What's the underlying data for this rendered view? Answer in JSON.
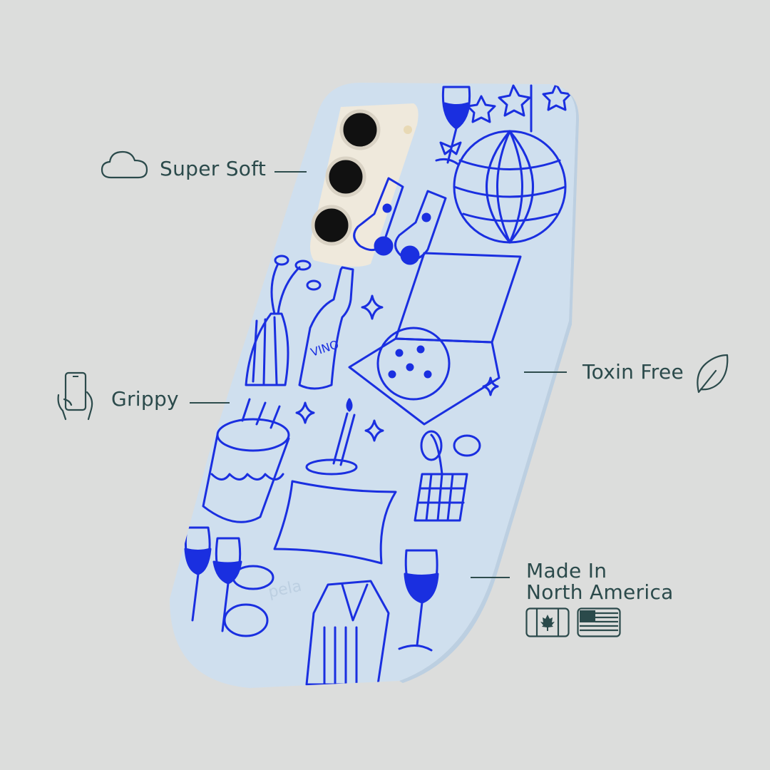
{
  "features": {
    "super_soft": "Super Soft",
    "grippy": "Grippy",
    "toxin_free": "Toxin Free",
    "made_in_line1": "Made In",
    "made_in_line2": "North America"
  },
  "phone_case": {
    "print_text": "VINO",
    "brand_mark": "pela"
  },
  "icons": [
    "cloud-icon",
    "phone-in-hand-icon",
    "leaf-icon",
    "canada-flag-icon",
    "usa-flag-icon"
  ],
  "colors": {
    "background": "#dcdddc",
    "text": "#2b4a4b",
    "case": "#cfdfee",
    "doodle": "#1a2fe0"
  }
}
